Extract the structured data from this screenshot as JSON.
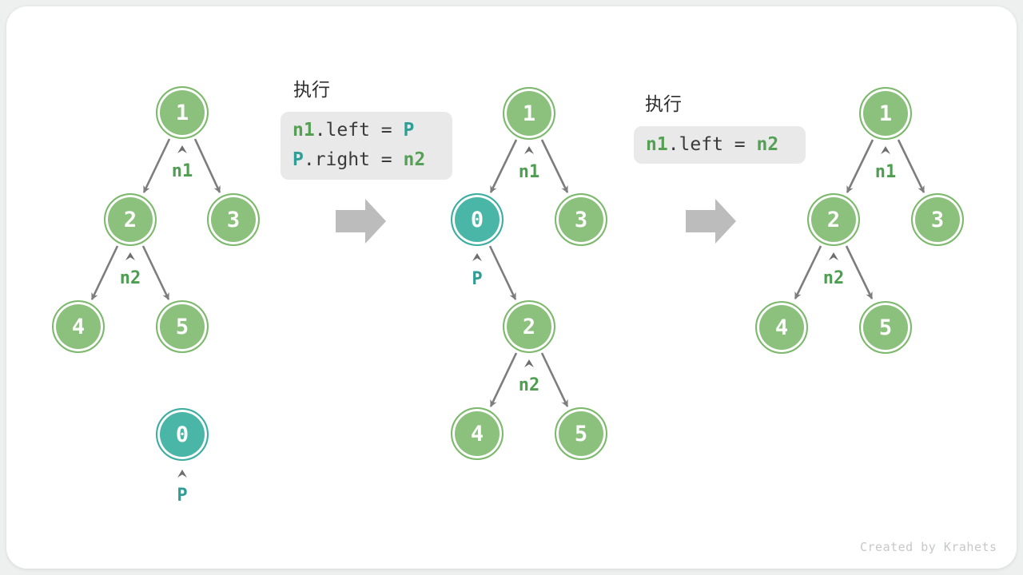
{
  "page": {
    "watermark": "Created by Krahets"
  },
  "palette": {
    "card_bg": "#ffffff",
    "outer_bg": "#eef0f0",
    "node_green_fill": "#8cc17d",
    "node_green_border": "#7cb96c",
    "node_teal_fill": "#4ab6a8",
    "node_teal_border": "#3cada0",
    "edge_gray": "#7d7d7d",
    "big_arrow_gray": "#bcbcbc",
    "pointer_green": "#4d9e50",
    "pointer_teal": "#2f9d95",
    "code_box_bg": "#e9e9e9",
    "code_green": "#55a055",
    "code_teal": "#2e9e97",
    "code_plain": "#3a3a3a",
    "watermark_gray": "#c6c8c8"
  },
  "steps": [
    {
      "heading": "执行",
      "code": [
        {
          "tokens": [
            {
              "text": "n1",
              "color": "green"
            },
            {
              "text": ".left = ",
              "color": "plain"
            },
            {
              "text": "P",
              "color": "teal"
            }
          ]
        },
        {
          "tokens": [
            {
              "text": "P",
              "color": "teal"
            },
            {
              "text": ".right = ",
              "color": "plain"
            },
            {
              "text": "n2",
              "color": "green"
            }
          ]
        }
      ]
    },
    {
      "heading": "执行",
      "code": [
        {
          "tokens": [
            {
              "text": "n1",
              "color": "green"
            },
            {
              "text": ".left = ",
              "color": "plain"
            },
            {
              "text": "n2",
              "color": "green"
            }
          ]
        }
      ]
    }
  ],
  "trees": [
    {
      "name": "before-insert",
      "nodes": [
        {
          "value": "1",
          "type": "green"
        },
        {
          "value": "2",
          "type": "green"
        },
        {
          "value": "3",
          "type": "green"
        },
        {
          "value": "4",
          "type": "green"
        },
        {
          "value": "5",
          "type": "green"
        },
        {
          "value": "0",
          "type": "teal"
        }
      ],
      "pointers": [
        {
          "label": "n1",
          "color": "green"
        },
        {
          "label": "n2",
          "color": "green"
        },
        {
          "label": "P",
          "color": "teal"
        }
      ]
    },
    {
      "name": "after-insert-p",
      "nodes": [
        {
          "value": "1",
          "type": "green"
        },
        {
          "value": "0",
          "type": "teal"
        },
        {
          "value": "3",
          "type": "green"
        },
        {
          "value": "2",
          "type": "green"
        },
        {
          "value": "4",
          "type": "green"
        },
        {
          "value": "5",
          "type": "green"
        }
      ],
      "pointers": [
        {
          "label": "n1",
          "color": "green"
        },
        {
          "label": "P",
          "color": "teal"
        },
        {
          "label": "n2",
          "color": "green"
        }
      ]
    },
    {
      "name": "after-remove-p",
      "nodes": [
        {
          "value": "1",
          "type": "green"
        },
        {
          "value": "2",
          "type": "green"
        },
        {
          "value": "3",
          "type": "green"
        },
        {
          "value": "4",
          "type": "green"
        },
        {
          "value": "5",
          "type": "green"
        }
      ],
      "pointers": [
        {
          "label": "n1",
          "color": "green"
        },
        {
          "label": "n2",
          "color": "green"
        }
      ]
    }
  ]
}
